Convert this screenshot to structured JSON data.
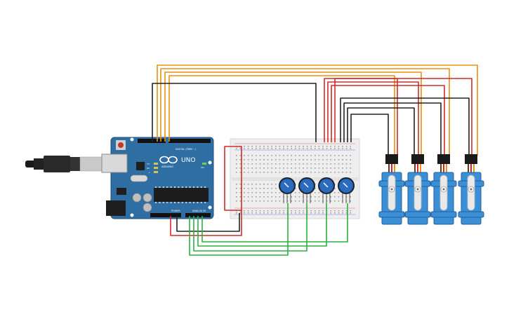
{
  "board": {
    "logo": "ARDUINO",
    "model": "UNO",
    "digital_label": "DIGITAL (PWM ~)",
    "power_label": "POWER",
    "analog_label": "ANALOG IN",
    "tx_label": "TX",
    "rx_label": "RX",
    "l_label": "L",
    "on_label": "ON"
  },
  "colors": {
    "board": "#2f6ea3",
    "board_edge": "#1f4f7a",
    "wire_orange": "#e8920e",
    "wire_red": "#d42a2a",
    "wire_black": "#222222",
    "wire_green": "#2bb040",
    "servo_body": "#3a8fd6",
    "pot_knob": "#2a6bbf",
    "breadboard": "#eeeeee"
  },
  "components": {
    "usb_cable": "usb-cable",
    "potentiometers": 4,
    "servos": 4
  }
}
